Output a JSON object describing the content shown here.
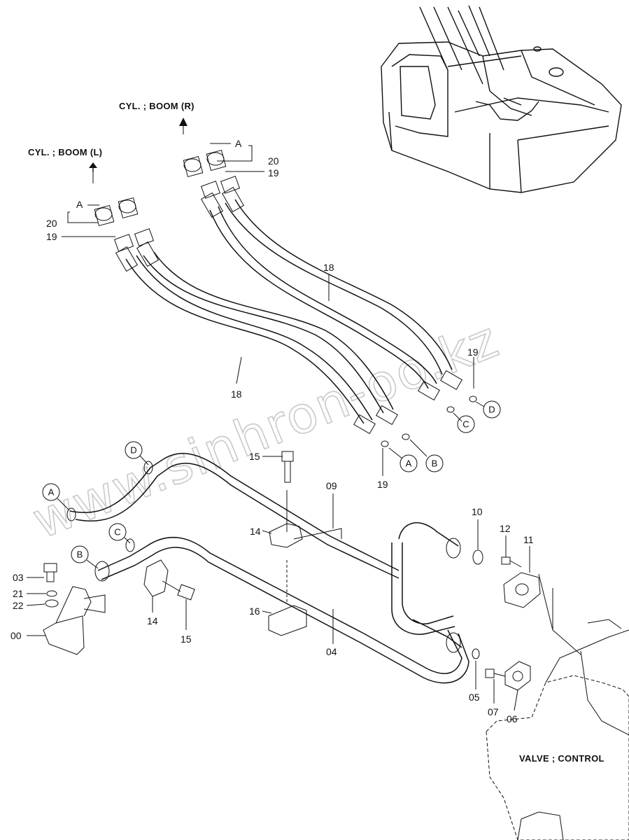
{
  "watermark": "www.sinhron-oo.kz",
  "titles": {
    "boom_l": "CYL. ; BOOM (L)",
    "boom_r": "CYL. ; BOOM (R)",
    "valve": "VALVE ; CONTROL"
  },
  "connectors": {
    "a": "A",
    "b": "B",
    "c": "C",
    "d": "D"
  },
  "parts": {
    "p00": "00",
    "p03": "03",
    "p04": "04",
    "p05": "05",
    "p06": "06",
    "p07": "07",
    "p09": "09",
    "p10": "10",
    "p11": "11",
    "p12": "12",
    "p14": "14",
    "p15": "15",
    "p16": "16",
    "p18": "18",
    "p19": "19",
    "p20": "20",
    "p21": "21",
    "p22": "22"
  }
}
